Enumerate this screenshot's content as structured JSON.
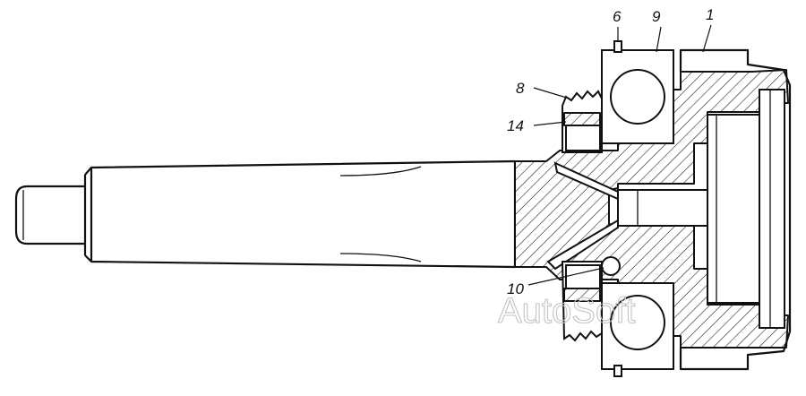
{
  "callouts": {
    "part_6": "6",
    "part_9": "9",
    "part_1": "1",
    "part_8": "8",
    "part_14": "14",
    "part_10": "10"
  },
  "watermark": "AutoSoft",
  "colors": {
    "line": "#111111",
    "background": "#ffffff",
    "watermark": "#c4c4c4"
  }
}
